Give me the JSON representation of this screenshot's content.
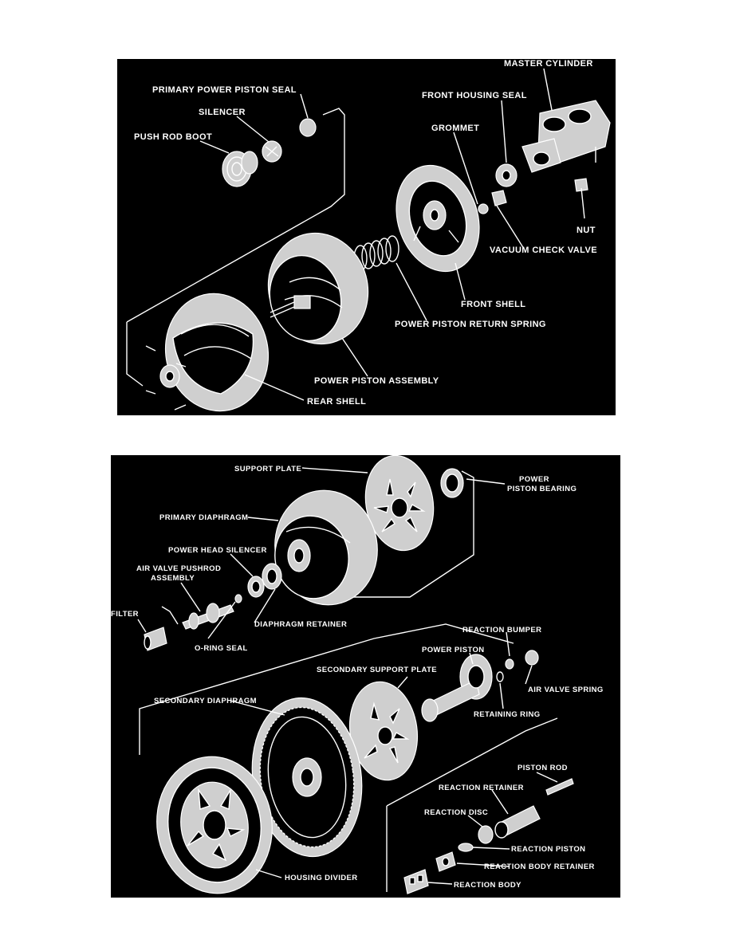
{
  "diagrams": [
    {
      "labels": {
        "master_cylinder": "MASTER CYLINDER",
        "primary_power_piston_seal": "PRIMARY POWER PISTON SEAL",
        "front_housing_seal": "FRONT HOUSING SEAL",
        "silencer": "SILENCER",
        "grommet": "GROMMET",
        "push_rod_boot": "PUSH ROD BOOT",
        "nut": "NUT",
        "vacuum_check_valve": "VACUUM CHECK VALVE",
        "front_shell": "FRONT SHELL",
        "power_piston_return_spring": "POWER PISTON RETURN SPRING",
        "power_piston_assembly": "POWER PISTON ASSEMBLY",
        "rear_shell": "REAR SHELL"
      }
    },
    {
      "labels": {
        "support_plate": "SUPPORT PLATE",
        "power_piston_bearing_1": "POWER",
        "power_piston_bearing_2": "PISTON BEARING",
        "primary_diaphragm": "PRIMARY DIAPHRAGM",
        "power_head_silencer": "POWER HEAD SILENCER",
        "air_valve_pushrod_1": "AIR VALVE PUSHROD",
        "air_valve_pushrod_2": "ASSEMBLY",
        "filter": "FILTER",
        "diaphragm_retainer": "DIAPHRAGM RETAINER",
        "o_ring_seal": "O-RING SEAL",
        "reaction_bumper": "REACTION BUMPER",
        "power_piston": "POWER PISTON",
        "secondary_support_plate": "SECONDARY SUPPORT PLATE",
        "air_valve_spring": "AIR VALVE SPRING",
        "secondary_diaphragm": "SECONDARY DIAPHRAGM",
        "retaining_ring": "RETAINING RING",
        "piston_rod": "PISTON ROD",
        "reaction_retainer": "REACTION RETAINER",
        "reaction_disc": "REACTION DISC",
        "reaction_piston": "REACTION PISTON",
        "reaction_body_retainer": "REACTION BODY RETAINER",
        "housing_divider": "HOUSING DIVIDER",
        "reaction_body": "REACTION BODY"
      }
    }
  ]
}
